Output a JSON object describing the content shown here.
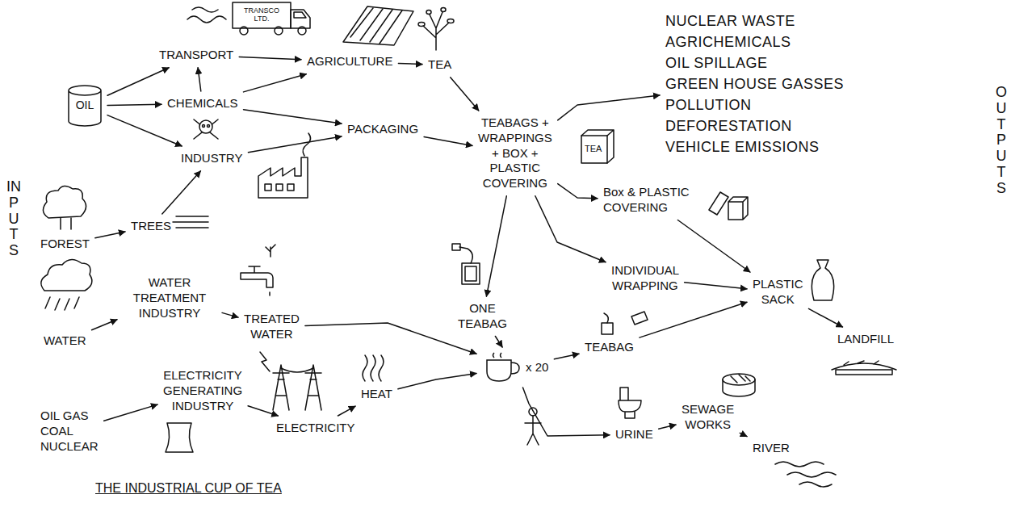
{
  "diagram": {
    "title": "THE INDUSTRIAL CUP OF TEA",
    "nodes": [
      {
        "text": [
          "TRANSPORT"
        ]
      },
      {
        "text": [
          "AGRICULTURE"
        ]
      },
      {
        "text": [
          "TEA"
        ]
      },
      {
        "text": [
          "OIL"
        ]
      },
      {
        "text": [
          "CHEMICALS"
        ]
      },
      {
        "text": [
          "INDUSTRY"
        ]
      },
      {
        "text": [
          "PACKAGING"
        ]
      },
      {
        "text": [
          "TEABAGS + WRAPPINGS + BOX + PLASTIC COVERING"
        ]
      },
      {
        "text": [
          "NUCLEAR WASTE",
          "AGRICHEMICALS",
          "OIL SPILLAGE",
          "GREEN HOUSE GASSES",
          "POLLUTION",
          "DEFORESTATION",
          "VEHICLE EMISSIONS"
        ]
      },
      {
        "text": [
          "FOREST"
        ]
      },
      {
        "text": [
          "TREES"
        ]
      },
      {
        "text": [
          "WATER"
        ]
      },
      {
        "text": [
          "WATER TREATMENT INDUSTRY"
        ]
      },
      {
        "text": [
          "TREATED WATER"
        ]
      },
      {
        "text": [
          "OIL GAS COAL NUCLEAR"
        ]
      },
      {
        "text": [
          "ELECTRICITY GENERATING INDUSTRY"
        ]
      },
      {
        "text": [
          "ELECTRICITY"
        ]
      },
      {
        "text": [
          "HEAT"
        ]
      },
      {
        "text": [
          "ONE TEABAG"
        ]
      },
      {
        "text": [
          "x 20"
        ]
      },
      {
        "text": [
          "TEABAG"
        ]
      },
      {
        "text": [
          "Box & PLASTIC COVERING"
        ]
      },
      {
        "text": [
          "INDIVIDUAL WRAPPING"
        ]
      },
      {
        "text": [
          "PLASTIC SACK"
        ]
      },
      {
        "text": [
          "LANDFILL"
        ]
      },
      {
        "text": [
          "URINE"
        ]
      },
      {
        "text": [
          "SEWAGE WORKS"
        ]
      },
      {
        "text": [
          "RIVER"
        ]
      }
    ],
    "edges": [
      {
        "from": 3,
        "to": 0,
        "arrow": "to"
      },
      {
        "from": 3,
        "to": 4,
        "arrow": "to"
      },
      {
        "from": 3,
        "to": 5,
        "arrow": "to"
      },
      {
        "from": 0,
        "to": 1,
        "arrow": "to"
      },
      {
        "from": 4,
        "to": 0,
        "arrow": "to"
      },
      {
        "from": 4,
        "to": 1,
        "arrow": "to"
      },
      {
        "from": 4,
        "to": 6,
        "arrow": "to"
      },
      {
        "from": 5,
        "to": 6,
        "arrow": "to"
      },
      {
        "from": 10,
        "to": 5,
        "arrow": "to"
      },
      {
        "from": 9,
        "to": 10,
        "arrow": "to"
      },
      {
        "from": 1,
        "to": 2,
        "arrow": "to"
      },
      {
        "from": 2,
        "to": 7,
        "arrow": "to"
      },
      {
        "from": 6,
        "to": 7,
        "arrow": "to"
      },
      {
        "from": 7,
        "to": 8,
        "arrow": "to"
      },
      {
        "from": 7,
        "to": 21,
        "arrow": "to"
      },
      {
        "from": 7,
        "to": 18,
        "arrow": "to"
      },
      {
        "from": 7,
        "to": 22,
        "arrow": "to"
      },
      {
        "from": 11,
        "to": 12,
        "arrow": "to"
      },
      {
        "from": 12,
        "to": 13,
        "arrow": "to"
      },
      {
        "from": 13,
        "to": 19,
        "arrow": "to"
      },
      {
        "from": 14,
        "to": 15,
        "arrow": "to"
      },
      {
        "from": 15,
        "to": 16,
        "arrow": "to"
      },
      {
        "from": 16,
        "to": 17,
        "arrow": "to"
      },
      {
        "from": 17,
        "to": 19,
        "arrow": "to"
      },
      {
        "from": 18,
        "to": 19,
        "arrow": "to"
      },
      {
        "from": 19,
        "to": 20,
        "arrow": "to"
      },
      {
        "from": 20,
        "to": 23,
        "arrow": "to"
      },
      {
        "from": 22,
        "to": 23,
        "arrow": "to"
      },
      {
        "from": 21,
        "to": 23,
        "arrow": "to"
      },
      {
        "from": 23,
        "to": 24,
        "arrow": "to"
      },
      {
        "from": 19,
        "to": 25,
        "arrow": "to"
      },
      {
        "from": 25,
        "to": 26,
        "arrow": "to"
      },
      {
        "from": 26,
        "to": 27,
        "arrow": "to"
      }
    ],
    "labels": [
      "TRANSCO LTD.",
      "TEA",
      "INPUTS",
      "OUTPUTS"
    ]
  }
}
